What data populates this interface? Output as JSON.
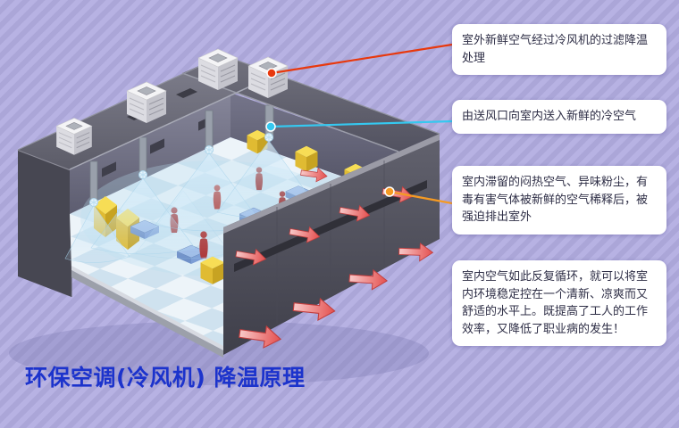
{
  "page": {
    "title": "环保空调(冷风机) 降温原理",
    "title_color": "#1c33cc",
    "background_color": "#b2ade0"
  },
  "callouts": [
    {
      "text": "室外新鲜空气经过冷风机的过滤降温处理",
      "connector_color": "#e8380d",
      "points_to": "rooftop-cooling-unit"
    },
    {
      "text": "由送风口向室内送入新鲜的冷空气",
      "connector_color": "#35c8f0",
      "points_to": "indoor-supply-air-duct"
    },
    {
      "text": "室内滞留的闷热空气、异味粉尘，有毒有害气体被新鲜的空气稀释后，被强迫排出室外",
      "connector_color": "#f59a23",
      "points_to": "wall-exhaust-vent"
    },
    {
      "text": "室内空气如此反复循环，就可以将室内环境稳定控在一个清新、凉爽而又舒适的水平上。既提高了工人的工作效率，又降低了职业病的发生！"
    }
  ],
  "illustration": {
    "label": "evaporative-cooling-workshop-cutaway",
    "features": [
      "rooftop-evaporative-cooler-units",
      "supply-air-ducts-and-diffusers",
      "cool-air-flow-cones",
      "workers-on-floor",
      "workshop-machines",
      "exhaust-air-arrows-through-wall"
    ]
  }
}
